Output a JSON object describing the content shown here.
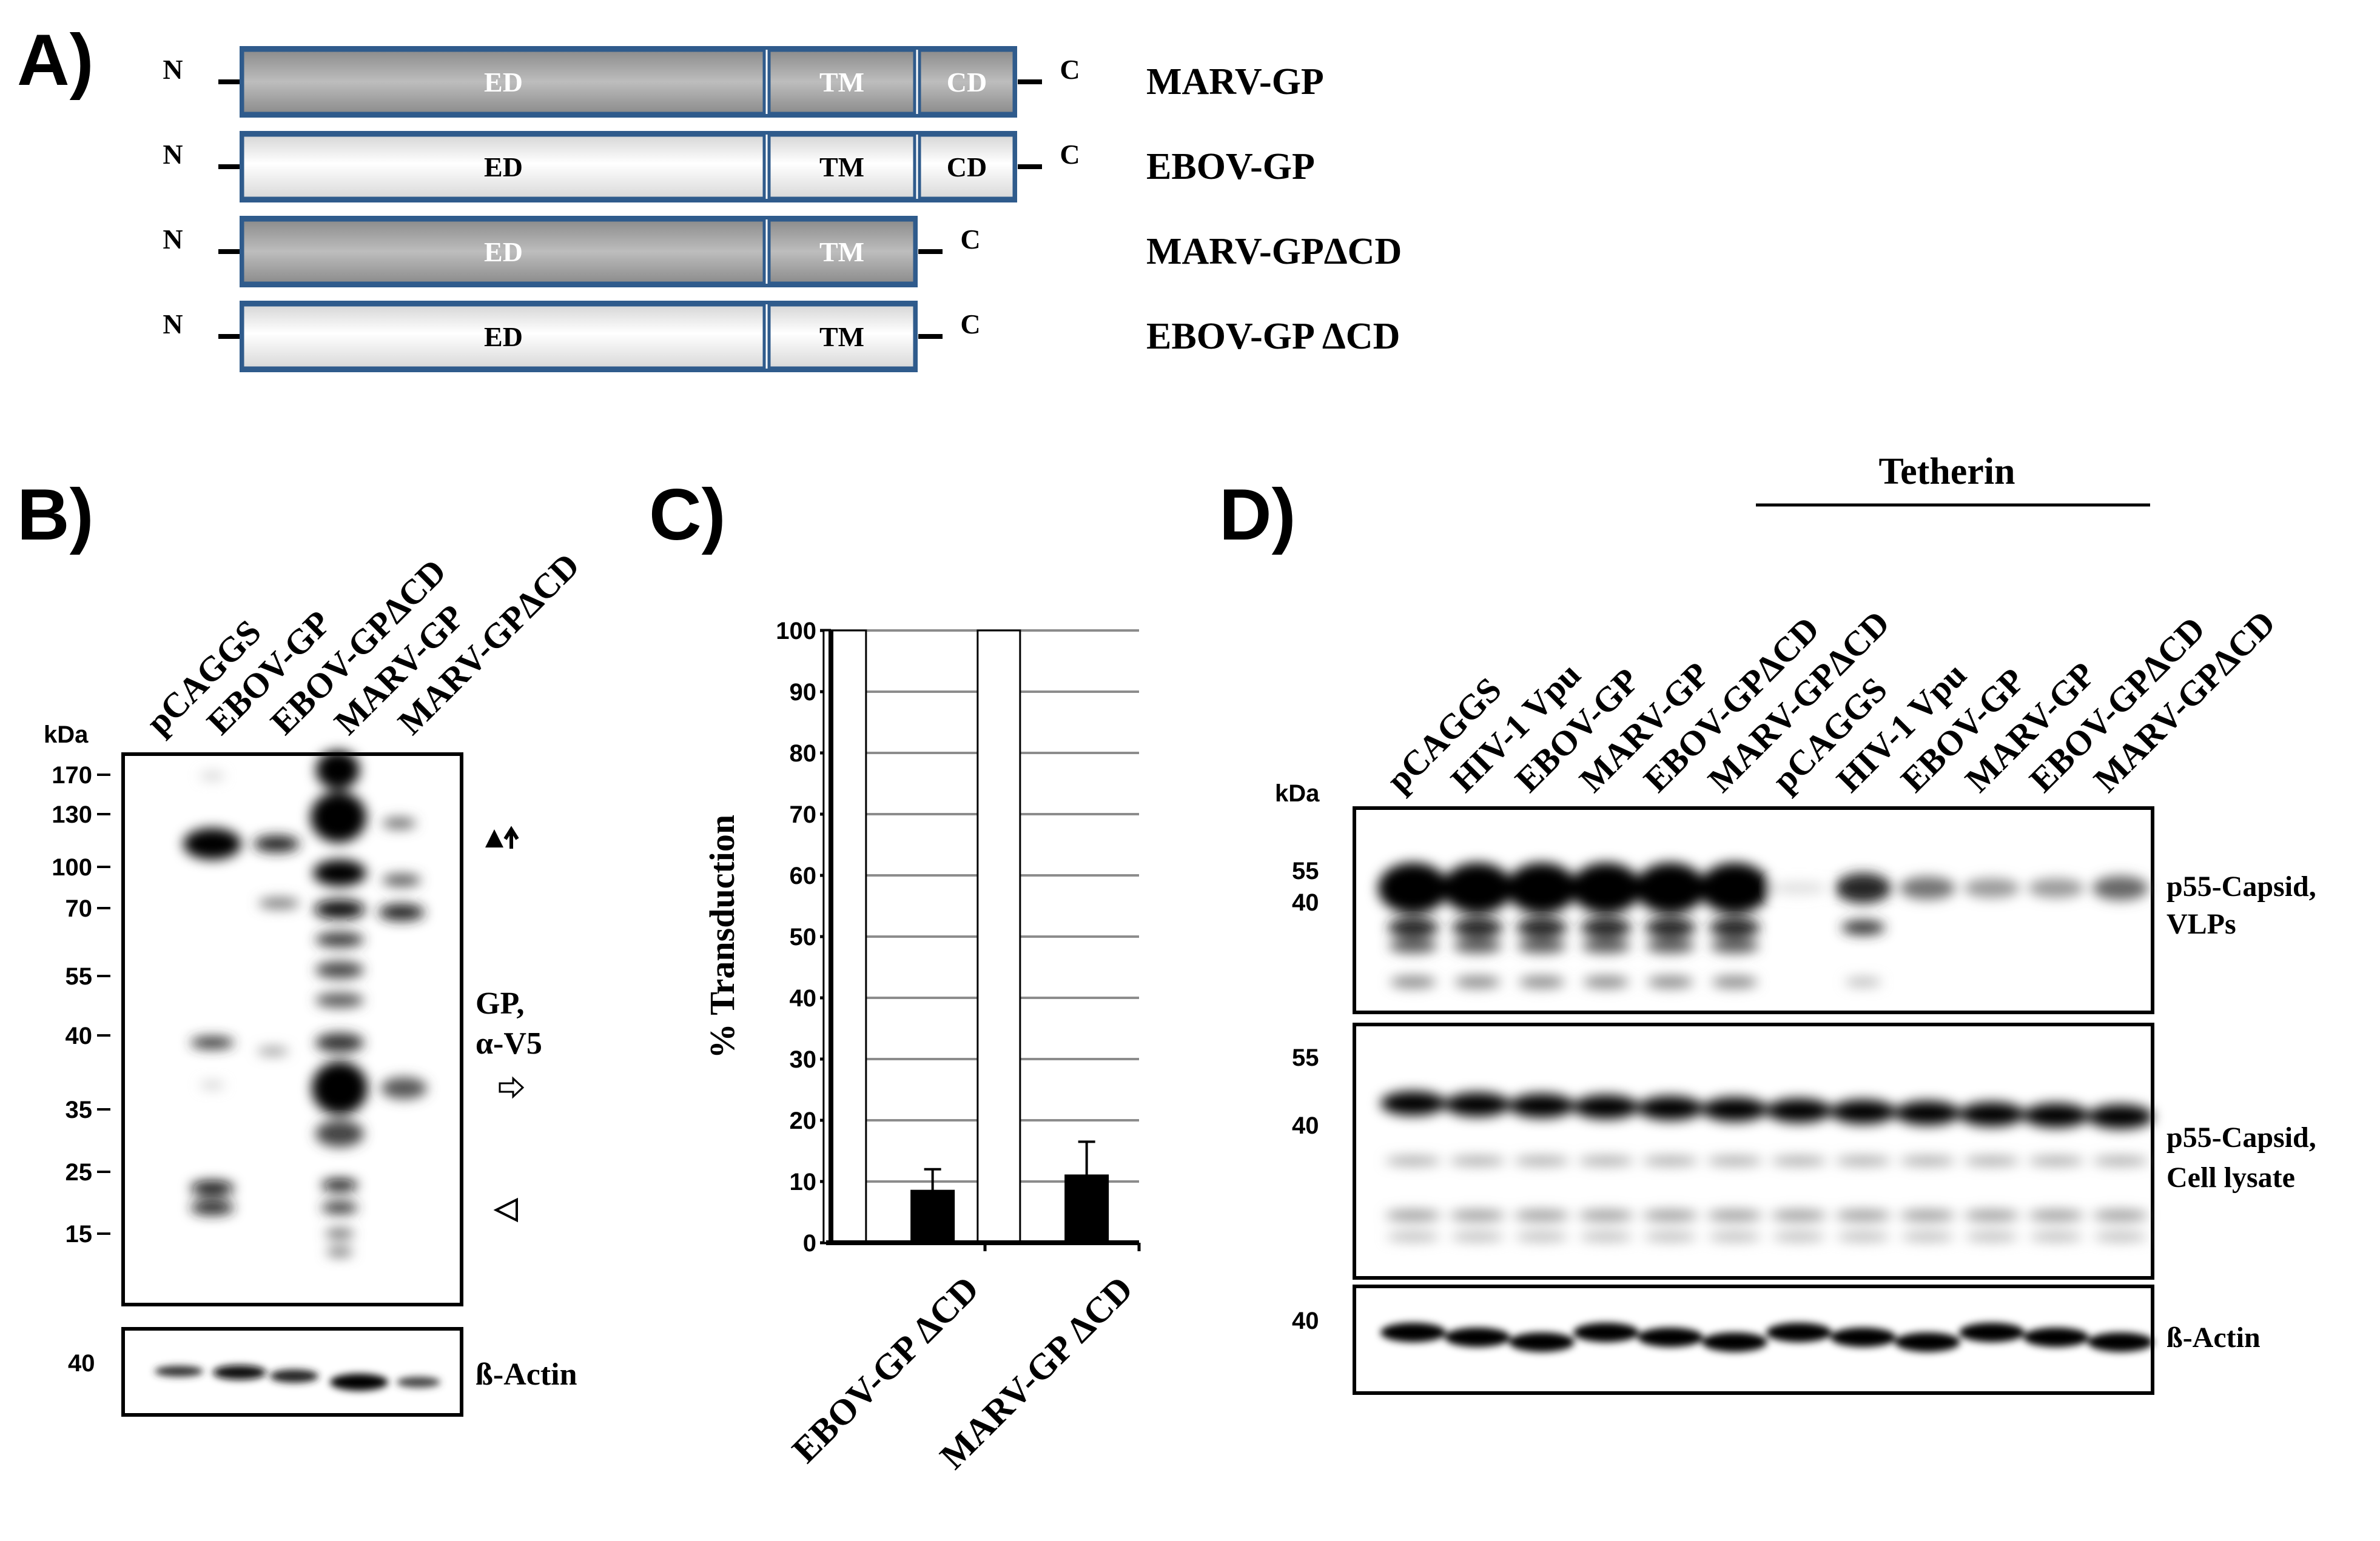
{
  "panel_a": {
    "label": "A)",
    "n_label": "N",
    "c_label": "C",
    "constructs": [
      {
        "name": "MARV-GP",
        "domains": [
          "ED",
          "TM",
          "CD"
        ],
        "fill": "grey"
      },
      {
        "name": "EBOV-GP",
        "domains": [
          "ED",
          "TM",
          "CD"
        ],
        "fill": "white"
      },
      {
        "name": "MARV-GPΔCD",
        "domains": [
          "ED",
          "TM"
        ],
        "fill": "grey"
      },
      {
        "name": "EBOV-GP ΔCD",
        "domains": [
          "ED",
          "TM"
        ],
        "fill": "white"
      }
    ]
  },
  "panel_b": {
    "label": "B)",
    "kda_label": "kDa",
    "lanes": [
      "pCAGGS",
      "EBOV-GP",
      "EBOV-GPΔCD",
      "MARV-GP",
      "MARV-GPΔCD"
    ],
    "markers": [
      "170",
      "130",
      "100",
      "70",
      "55",
      "40",
      "35",
      "25",
      "15"
    ],
    "blot_label_line1": "GP,",
    "blot_label_line2": "α-V5",
    "actin_marker": "40",
    "actin_label": "ß-Actin"
  },
  "panel_c": {
    "label": "C)"
  },
  "chart_data": {
    "type": "bar",
    "categories": [
      "EBOV-GP ΔCD",
      "MARV-GP ΔCD"
    ],
    "series": [
      {
        "values": [
          100,
          100
        ],
        "errors": [
          0,
          0
        ],
        "color": "#ffffff"
      },
      {
        "values": [
          8.5,
          11
        ],
        "errors": [
          3.5,
          5.5
        ],
        "color": "#000000"
      }
    ],
    "ylabel": "% Transduction",
    "ylim": [
      0,
      100
    ],
    "yticks": [
      "0",
      "10",
      "20",
      "30",
      "40",
      "50",
      "60",
      "70",
      "80",
      "90",
      "100"
    ],
    "grid": true
  },
  "panel_d": {
    "label": "D)",
    "tetherin_label": "Tetherin",
    "kda_label": "kDa",
    "lanes": [
      "pCAGGS",
      "HIV-1 Vpu",
      "EBOV-GP",
      "MARV-GP",
      "EBOV-GPΔCD",
      "MARV-GPΔCD",
      "pCAGGS",
      "HIV-1 Vpu",
      "EBOV-GP",
      "MARV-GP",
      "EBOV-GPΔCD",
      "MARV-GPΔCD"
    ],
    "blot1_markers": [
      "55",
      "40"
    ],
    "blot1_label_line1": "p55-Capsid,",
    "blot1_label_line2": "VLPs",
    "blot2_markers": [
      "55",
      "40"
    ],
    "blot2_label_line1": "p55-Capsid,",
    "blot2_label_line2": "Cell lysate",
    "blot3_marker": "40",
    "blot3_label": "ß-Actin"
  }
}
